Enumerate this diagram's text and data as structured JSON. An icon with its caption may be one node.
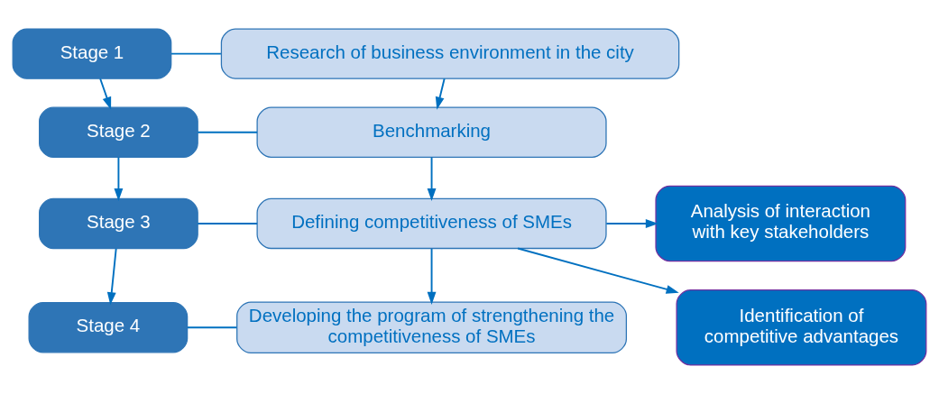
{
  "diagram": {
    "nodes": [
      {
        "text": [
          "Stage 1"
        ]
      },
      {
        "text": [
          "Research of business environment in the city"
        ]
      },
      {
        "text": [
          "Stage 2"
        ]
      },
      {
        "text": [
          "Benchmarking"
        ]
      },
      {
        "text": [
          "Stage 3"
        ]
      },
      {
        "text": [
          "Defining competitiveness of SMEs"
        ]
      },
      {
        "text": [
          "Stage 4"
        ]
      },
      {
        "text": [
          "Developing the program of strengthening the competitiveness of SMEs"
        ]
      },
      {
        "text": [
          "Analysis of interaction with key stakeholders"
        ]
      },
      {
        "text": [
          "Identification of competitive advantages"
        ]
      }
    ],
    "edges": [
      {
        "from": 0,
        "to": 1,
        "arrow": "none"
      },
      {
        "from": 0,
        "to": 2,
        "arrow": "to"
      },
      {
        "from": 1,
        "to": 3,
        "arrow": "to"
      },
      {
        "from": 2,
        "to": 3,
        "arrow": "none"
      },
      {
        "from": 2,
        "to": 4,
        "arrow": "to"
      },
      {
        "from": 3,
        "to": 5,
        "arrow": "to"
      },
      {
        "from": 4,
        "to": 5,
        "arrow": "none"
      },
      {
        "from": 5,
        "to": 8,
        "arrow": "to"
      },
      {
        "from": 5,
        "to": 9,
        "arrow": "to"
      },
      {
        "from": 4,
        "to": 6,
        "arrow": "to"
      },
      {
        "from": 5,
        "to": 7,
        "arrow": "to"
      },
      {
        "from": 6,
        "to": 7,
        "arrow": "none"
      }
    ]
  }
}
